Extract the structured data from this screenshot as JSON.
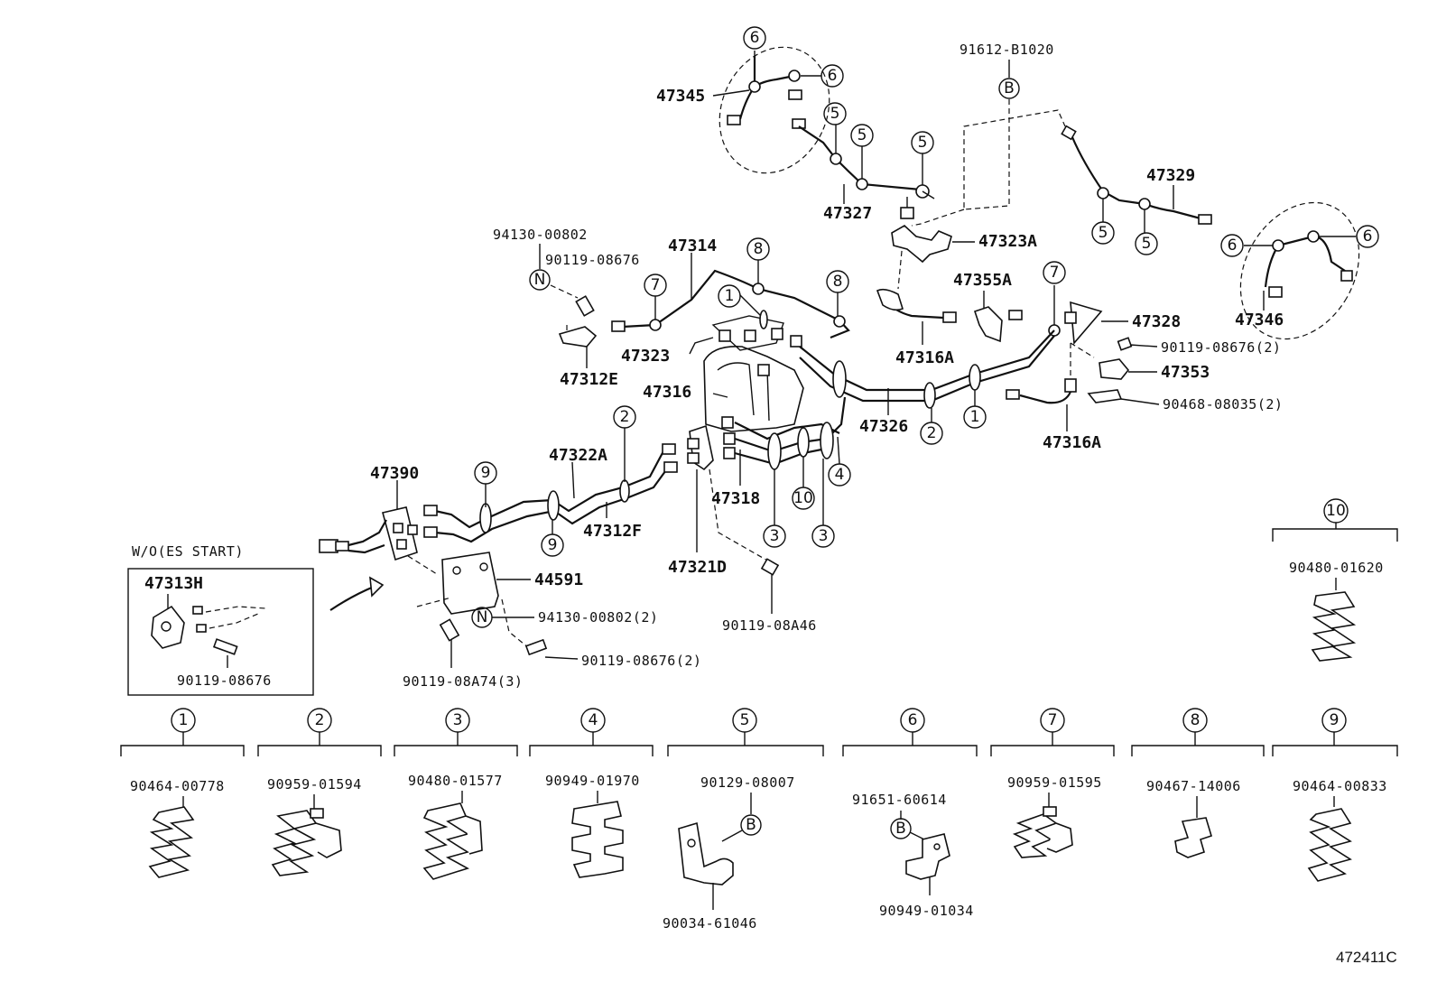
{
  "figure_ref": "472411C",
  "inset": {
    "title": "W/O(ES START)",
    "part": "47313H",
    "bolt": "90119-08676"
  },
  "callouts": [
    "1",
    "2",
    "3",
    "4",
    "5",
    "6",
    "7",
    "8",
    "9",
    "10"
  ],
  "letter_callouts": {
    "bolt_b": "B",
    "nut_n": "N"
  },
  "parts": {
    "p47345": "47345",
    "p91612": "91612-B1020",
    "p47329": "47329",
    "p47327": "47327",
    "p47323A": "47323A",
    "p94130a": "94130-00802",
    "p90119a": "90119-08676",
    "p47314": "47314",
    "p47355A": "47355A",
    "p47328": "47328",
    "p47346": "47346",
    "p47316Aa": "47316A",
    "p90119b": "90119-08676(2)",
    "p47353": "47353",
    "p47323": "47323",
    "p47312E": "47312E",
    "p47316": "47316",
    "p47326": "47326",
    "p90468": "90468-08035(2)",
    "p47316Ab": "47316A",
    "p47322A": "47322A",
    "p47390": "47390",
    "p47318": "47318",
    "p47312F": "47312F",
    "p44591": "44591",
    "p47321D": "47321D",
    "p94130b": "94130-00802(2)",
    "p90119c": "90119-08A46",
    "p90119d": "90119-08676(2)",
    "p90119e": "90119-08A74(3)",
    "p90480a": "90480-01620"
  },
  "clamps": [
    {
      "callout": "1",
      "part": "90464-00778"
    },
    {
      "callout": "2",
      "part": "90959-01594"
    },
    {
      "callout": "3",
      "part": "90480-01577"
    },
    {
      "callout": "4",
      "part": "90949-01970"
    },
    {
      "callout": "5",
      "part": "90129-08007",
      "extra": "90034-61046"
    },
    {
      "callout": "6",
      "part": "91651-60614",
      "extra": "90949-01034"
    },
    {
      "callout": "7",
      "part": "90959-01595"
    },
    {
      "callout": "8",
      "part": "90467-14006"
    },
    {
      "callout": "9",
      "part": "90464-00833"
    }
  ]
}
